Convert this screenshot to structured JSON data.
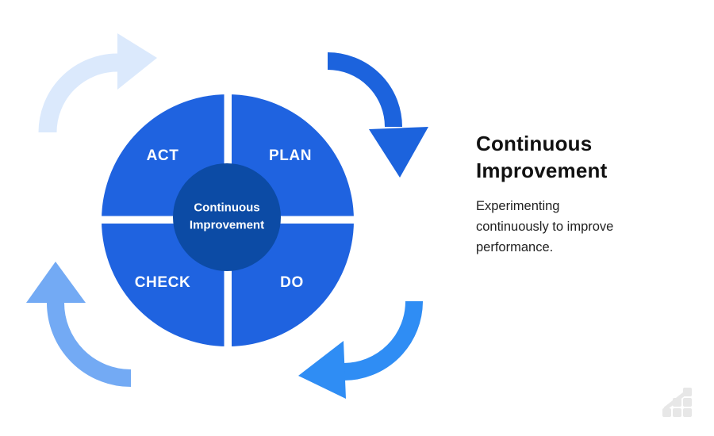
{
  "diagram": {
    "name": "pdca-continuous-improvement-cycle",
    "center_label": "Continuous\nImprovement",
    "quadrants": [
      {
        "id": "act",
        "label": "ACT"
      },
      {
        "id": "plan",
        "label": "PLAN"
      },
      {
        "id": "check",
        "label": "CHECK"
      },
      {
        "id": "do",
        "label": "DO"
      }
    ],
    "colors": {
      "wheel": "#1f63e0",
      "hub": "#0c4ba5",
      "divider": "#ffffff",
      "arrow_top_right": "#1c63dd",
      "arrow_bottom": "#2f8df4",
      "arrow_bottom_left": "#73aaf4",
      "arrow_top_left": "#dbe9fc"
    }
  },
  "panel": {
    "title": "Continuous\nImprovement",
    "description": "Experimenting\ncontinuously to improve\nperformance."
  },
  "footer": {
    "logo": "bar-chart-logo",
    "logo_color": "#e7e7e7"
  }
}
